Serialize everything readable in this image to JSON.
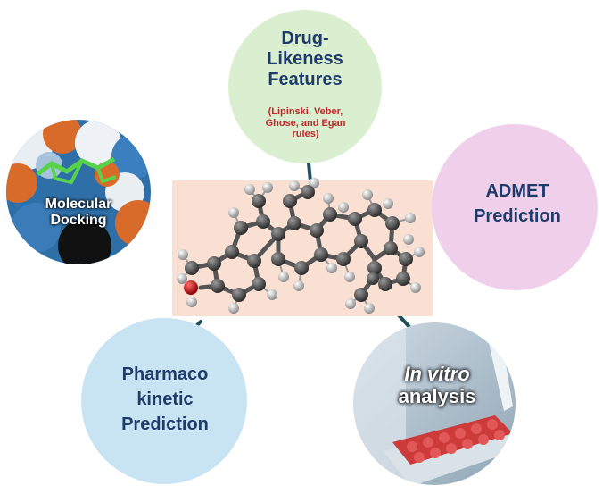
{
  "center": {
    "description_icon": "molecule-3d-ball-and-stick"
  },
  "nodes": {
    "drug_likeness": {
      "title_lines": [
        "Drug-",
        "Likeness",
        "Features"
      ],
      "subtitle_lines": [
        "(Lipinski, Veber,",
        "Ghose, and Egan",
        "rules)"
      ],
      "color": "#d9efcf"
    },
    "admet": {
      "title_lines": [
        "ADMET",
        "Prediction"
      ],
      "color": "#f0cfea"
    },
    "pharmaco": {
      "title_lines": [
        "Pharmaco",
        "kinetic",
        "Prediction"
      ],
      "color": "#c8e4f2"
    },
    "docking": {
      "title_lines": [
        "Molecular",
        "Docking"
      ]
    },
    "in_vitro": {
      "title_lines": [
        "In vitro",
        "analysis"
      ]
    }
  },
  "colors": {
    "title": "#1f3b6b",
    "subtitle": "#c0272d",
    "connector": "#1f4f5f",
    "center_panel": "#fae0d3"
  }
}
